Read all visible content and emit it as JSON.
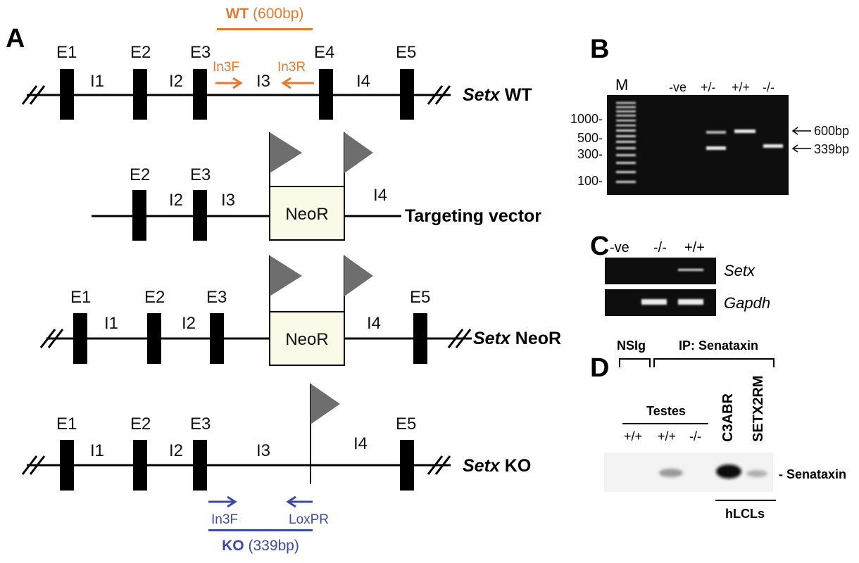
{
  "colors": {
    "wt": "#E8782E",
    "ko": "#3A4BA3",
    "flag": "#6E6E6E",
    "neor_fill": "#FBF9E7",
    "gel_bg": "#0E0E0E",
    "band": "#EDEDED"
  },
  "panels": {
    "a": "A",
    "b": "B",
    "c": "C",
    "d": "D"
  },
  "panel_a": {
    "wt_bracket": {
      "name": "WT",
      "size": "(600bp)"
    },
    "ko_bracket": {
      "name": "KO",
      "size": "(339bp)"
    },
    "rows": {
      "wt": {
        "exons": [
          "E1",
          "E2",
          "E3",
          "E4",
          "E5"
        ],
        "introns": [
          "I1",
          "I2",
          "I3",
          "I4"
        ],
        "primer_f": "In3F",
        "primer_r": "In3R",
        "name_italic": "Setx",
        "name_rest": " WT"
      },
      "tv": {
        "exons": [
          "E2",
          "E3"
        ],
        "introns": [
          "I2",
          "I3",
          "I4"
        ],
        "cassette": "NeoR",
        "name": "Targeting vector"
      },
      "neo": {
        "exons": [
          "E1",
          "E2",
          "E3",
          "E5"
        ],
        "introns": [
          "I1",
          "I2",
          "I4"
        ],
        "cassette": "NeoR",
        "name_italic": "Setx",
        "name_rest": " NeoR"
      },
      "ko": {
        "exons": [
          "E1",
          "E2",
          "E3",
          "E5"
        ],
        "introns": [
          "I1",
          "I2",
          "I3",
          "I4"
        ],
        "primer_f": "In3F",
        "primer_r": "LoxPR",
        "name_italic": "Setx",
        "name_rest": " KO"
      }
    }
  },
  "panel_b": {
    "lanes": [
      "M",
      "-ve",
      "+/-",
      "+/+",
      "-/-"
    ],
    "ladder": [
      "1000-",
      "500-",
      "300-",
      "100-"
    ],
    "sizes": [
      "600bp",
      "339bp"
    ]
  },
  "panel_c": {
    "lanes": [
      "-ve",
      "-/-",
      "+/+"
    ],
    "genes": [
      "Setx",
      "Gapdh"
    ]
  },
  "panel_d": {
    "groups": [
      "NSIg",
      "IP: Senataxin"
    ],
    "tissue": "Testes",
    "genotypes": [
      "+/+",
      "+/+",
      "-/-"
    ],
    "cell_lines": [
      "C3ABR",
      "SETX2RM"
    ],
    "band_label": "- Senataxin",
    "hlcls": "hLCLs"
  }
}
